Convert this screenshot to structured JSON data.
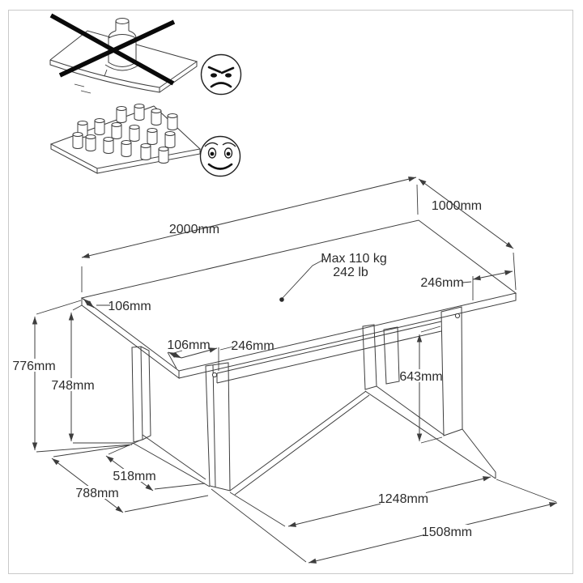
{
  "usage_guide": {
    "prohibited_illustration": "single-concentrated-heavy-load-on-bending-panel",
    "prohibited_mark": "cross-mark-icon",
    "prohibited_face": "angry-face-icon",
    "recommended_illustration": "evenly-distributed-small-loads-on-panel",
    "recommended_face": "smiley-face-icon"
  },
  "load_note": {
    "line1": "Max 110 kg",
    "line2": "242 lb"
  },
  "dimensions": {
    "tabletop_length": "2000mm",
    "tabletop_width": "1000mm",
    "corner_edge": "106mm",
    "top_right_leg_inset": "246mm",
    "beam_offset": "106mm",
    "beam_inset": "246mm",
    "overall_height": "776mm",
    "underside_height": "748mm",
    "leg_inner_height": "643mm",
    "foot_inner_span": "518mm",
    "foot_outer_span": "788mm",
    "legs_inner_distance": "1248mm",
    "legs_outer_distance": "1508mm"
  },
  "colors": {
    "line": "#3d3d3d",
    "cross": "#0a0a0a",
    "frame": "#c9c9c9",
    "background": "#ffffff"
  }
}
